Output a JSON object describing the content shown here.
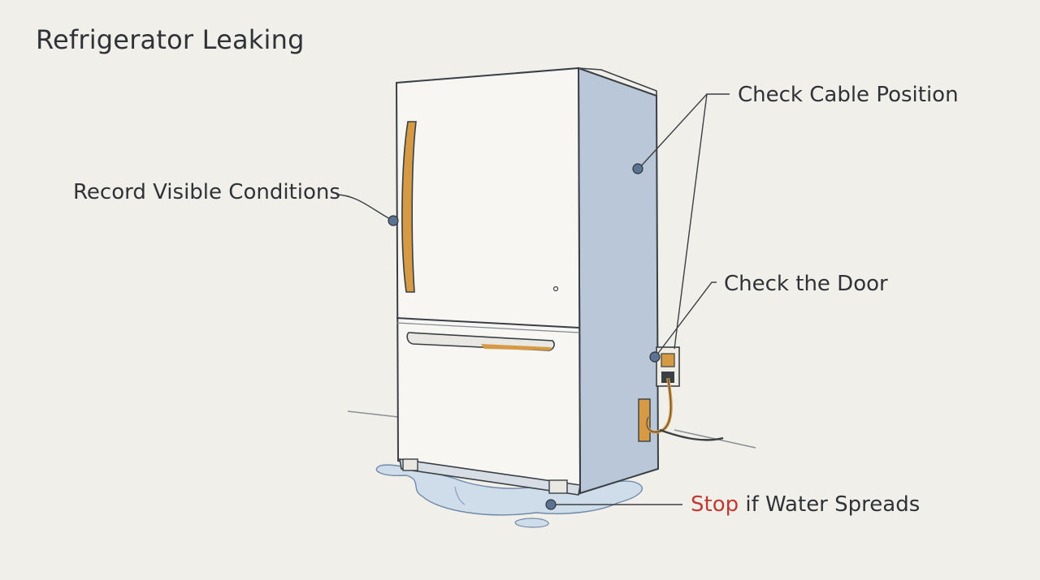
{
  "diagram": {
    "title": "Refrigerator Leaking",
    "callouts": {
      "record_visible_conditions": "Record Visible Conditions",
      "check_cable_position": "Check Cable Position",
      "check_the_door": "Check the Door",
      "stop_emphasis": "Stop",
      "stop_rest": " if Water Spreads"
    },
    "colors": {
      "background": "#f1efe9",
      "text": "#2f3338",
      "stop_highlight": "#c03a34",
      "fridge_front": "#f7f6f2",
      "fridge_side": "#b9c7d8",
      "handle_accent": "#d69a45",
      "outline": "#3a3f45",
      "water": "#c8d6e6",
      "marker_dot": "#5b7390"
    }
  }
}
